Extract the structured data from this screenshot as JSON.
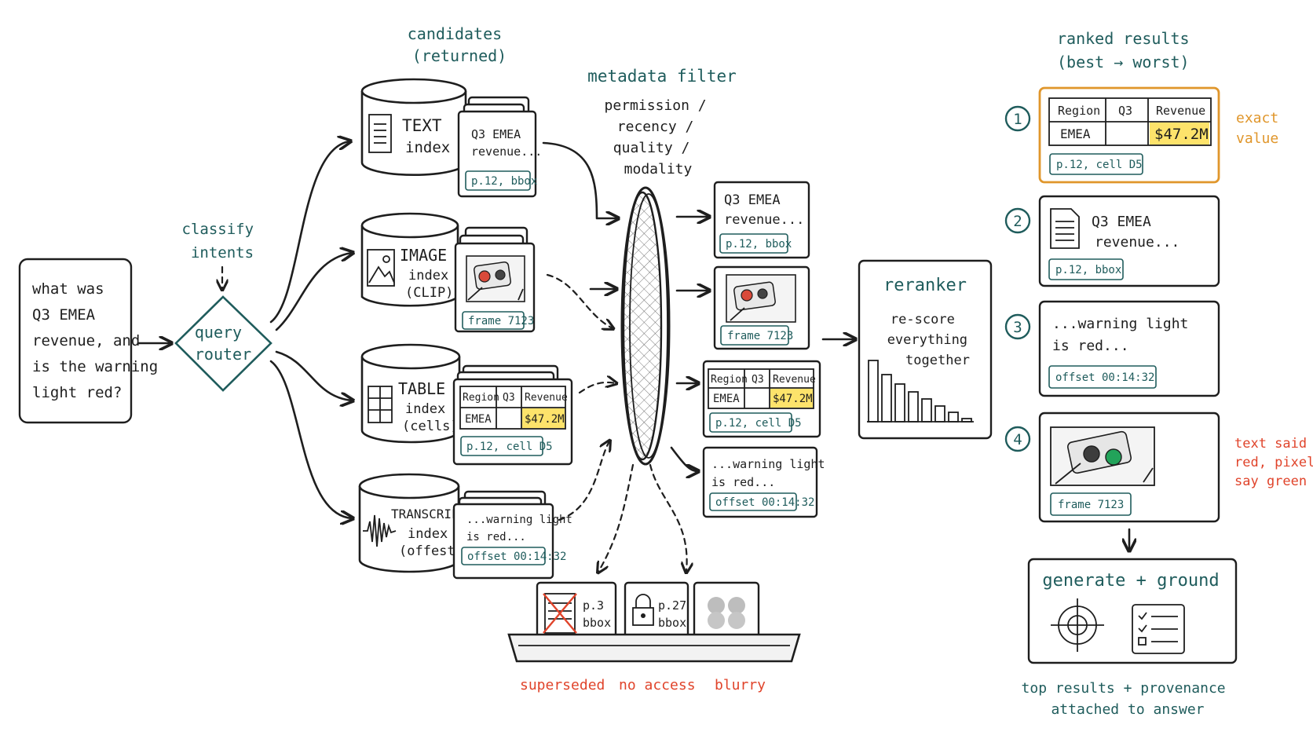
{
  "query": {
    "lines": [
      "what was",
      "Q3 EMEA",
      "revenue, and",
      "is the warning",
      "light red?"
    ]
  },
  "router": {
    "annotation": [
      "classify",
      "intents"
    ],
    "label": [
      "query",
      "router"
    ]
  },
  "candidates_header": [
    "candidates",
    "(returned)"
  ],
  "indexes": [
    {
      "title": "TEXT",
      "sub": [
        "index"
      ]
    },
    {
      "title": "IMAGE",
      "sub": [
        "index",
        "(CLIP)"
      ]
    },
    {
      "title": "TABLE",
      "sub": [
        "index",
        "(cells)"
      ]
    },
    {
      "title": "TRANSCRIPT",
      "sub": [
        "index",
        "(offests)"
      ]
    }
  ],
  "candidate_text": {
    "lines": [
      "Q3 EMEA",
      "revenue..."
    ],
    "tag": "p.12, bbox"
  },
  "candidate_image": {
    "tag": "frame 7123"
  },
  "candidate_table": {
    "headers": [
      "Region",
      "Q3",
      "Revenue"
    ],
    "row": [
      "EMEA",
      "",
      "$47.2M"
    ],
    "tag": "p.12, cell D5"
  },
  "candidate_transcript": {
    "lines": [
      "...warning light",
      "is red..."
    ],
    "tag": "offset 00:14:32"
  },
  "filter": {
    "title": "metadata filter",
    "criteria": [
      "permission /",
      "recency /",
      "quality /",
      "modality"
    ]
  },
  "filtered_text": {
    "lines": [
      "Q3 EMEA",
      "revenue..."
    ],
    "tag": "p.12, bbox"
  },
  "filtered_image": {
    "tag": "frame 7123"
  },
  "filtered_table": {
    "headers": [
      "Region",
      "Q3",
      "Revenue"
    ],
    "row": [
      "EMEA",
      "",
      "$47.2M"
    ],
    "tag": "p.12, cell D5"
  },
  "filtered_transcript": {
    "lines": [
      "...warning light",
      "is red..."
    ],
    "tag": "offset 00:14:32"
  },
  "rejected": {
    "items": [
      {
        "lines": [
          "p.3",
          "bbox"
        ],
        "reason": "superseded"
      },
      {
        "lines": [
          "p.27",
          "bbox"
        ],
        "reason": "no access"
      },
      {
        "lines": [],
        "reason": "blurry"
      }
    ]
  },
  "reranker": {
    "title": "reranker",
    "lines": [
      "re-score",
      "everything",
      "together"
    ],
    "bars": [
      0.78,
      0.6,
      0.48,
      0.38,
      0.29,
      0.2,
      0.12,
      0.04
    ]
  },
  "ranked_header": [
    "ranked results",
    "(best  → worst)"
  ],
  "ranked": {
    "r1": {
      "num": "1",
      "headers": [
        "Region",
        "Q3",
        "Revenue"
      ],
      "row": [
        "EMEA",
        "",
        "$47.2M"
      ],
      "tag": "p.12, cell D5",
      "note": [
        "exact",
        "value"
      ]
    },
    "r2": {
      "num": "2",
      "lines": [
        "Q3 EMEA",
        "revenue..."
      ],
      "tag": "p.12, bbox"
    },
    "r3": {
      "num": "3",
      "lines": [
        "...warning light",
        "is red..."
      ],
      "tag": "offset 00:14:32"
    },
    "r4": {
      "num": "4",
      "tag": "frame 7123",
      "note": [
        "text said",
        "red, pixels",
        "say green"
      ]
    }
  },
  "generate": {
    "title": "generate + ground",
    "caption": [
      "top results + provenance",
      "attached to answer"
    ]
  },
  "colors": {
    "ink": "#1e1e1e",
    "teal": "#1f5c5c",
    "accent_red": "#e0442b",
    "highlight": "#fde36b",
    "best_border": "#e0962b"
  }
}
